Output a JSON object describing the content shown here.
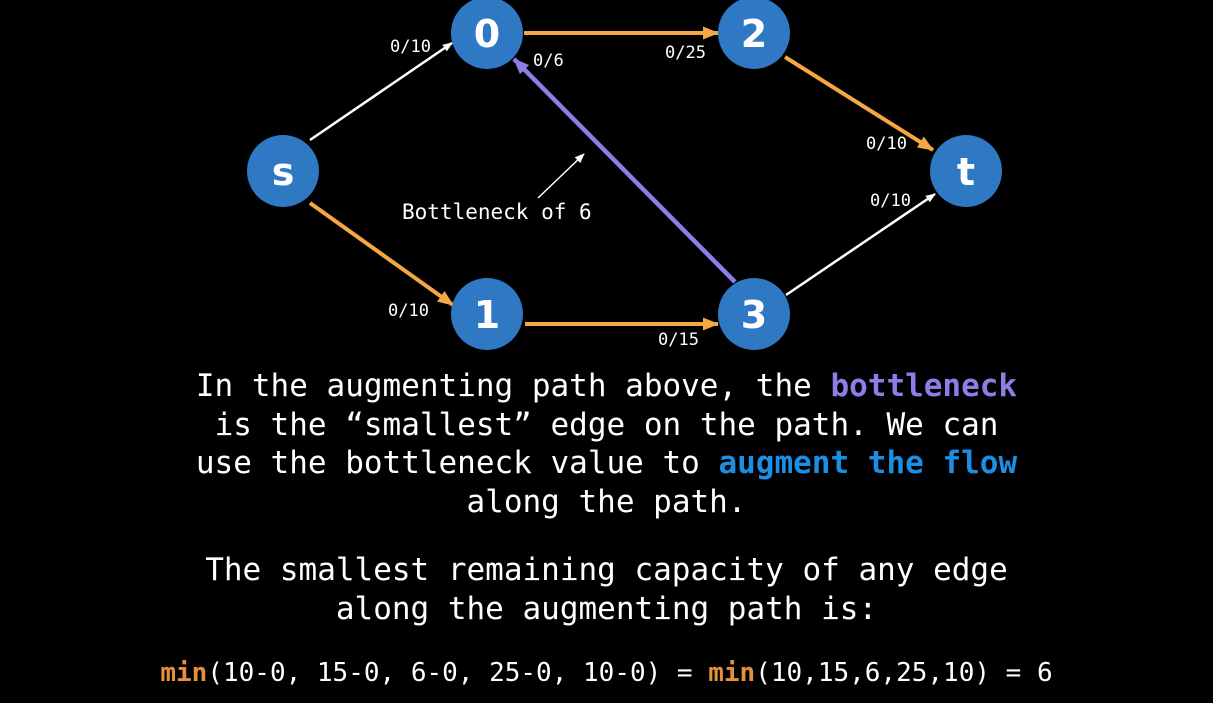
{
  "graph": {
    "nodes": [
      {
        "id": "s",
        "label": "s"
      },
      {
        "id": "0",
        "label": "0"
      },
      {
        "id": "1",
        "label": "1"
      },
      {
        "id": "2",
        "label": "2"
      },
      {
        "id": "3",
        "label": "3"
      },
      {
        "id": "t",
        "label": "t"
      }
    ],
    "edges": [
      {
        "from": "s",
        "to": "0",
        "label": "0/10",
        "highlight": "none"
      },
      {
        "from": "s",
        "to": "1",
        "label": "0/10",
        "highlight": "path"
      },
      {
        "from": "0",
        "to": "2",
        "label": "0/25",
        "highlight": "path"
      },
      {
        "from": "3",
        "to": "0",
        "label": "0/6",
        "highlight": "bottleneck"
      },
      {
        "from": "1",
        "to": "3",
        "label": "0/15",
        "highlight": "path"
      },
      {
        "from": "2",
        "to": "t",
        "label": "0/10",
        "highlight": "path"
      },
      {
        "from": "3",
        "to": "t",
        "label": "0/10",
        "highlight": "none"
      }
    ],
    "annotation": "Bottleneck of 6",
    "colors": {
      "node": "#2e78c4",
      "path_edge": "#f5a742",
      "bottleneck_edge": "#8b7ee8",
      "normal_edge": "#ffffff"
    }
  },
  "text": {
    "p1": {
      "a": "In the augmenting path above, the ",
      "bottleneck": "bottleneck",
      "b": "is the “smallest” edge on the path. We can",
      "c": "use the bottleneck value to ",
      "augment": "augment the flow",
      "d": "along the path."
    },
    "p2": {
      "line1": "The smallest remaining capacity of any edge",
      "line2": "along the augmenting path is:"
    },
    "p3": {
      "min1": "min",
      "args1": "(10-0, 15-0, 6-0, 25-0, 10-0) = ",
      "min2": "min",
      "args2": "(10,15,6,25,10) = 6"
    },
    "colors": {
      "bottleneck": "#8b7ee8",
      "augment": "#1a8fe3",
      "min": "#e5903a"
    }
  }
}
